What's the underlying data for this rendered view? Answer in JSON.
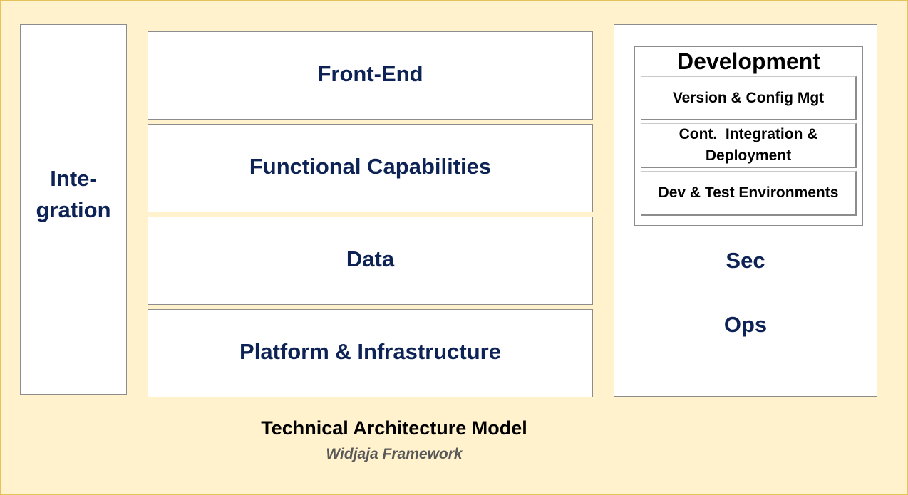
{
  "integration": {
    "line1": "Inte-",
    "line2": "gration"
  },
  "layers": [
    "Front-End",
    "Functional Capabilities",
    "Data",
    "Platform & Infrastructure"
  ],
  "devops": {
    "development_title": "Development",
    "items": [
      "Version & Config Mgt",
      "Cont.  Integration &",
      "Deployment",
      "Dev & Test Environments"
    ],
    "sec": "Sec",
    "ops": "Ops"
  },
  "caption": {
    "title": "Technical Architecture Model",
    "subtitle": "Widjaja Framework"
  },
  "colors": {
    "background": "#fff2cc",
    "border": "#e6c25a",
    "label_navy": "#0d2355",
    "box_fill": "#ffffff"
  }
}
